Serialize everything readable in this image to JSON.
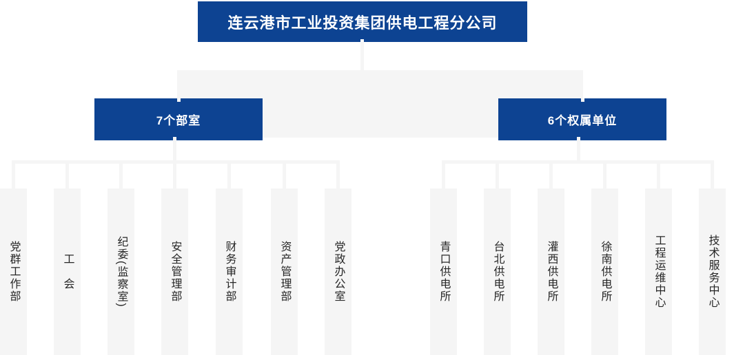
{
  "org_chart": {
    "root": {
      "label": "连云港市工业投资集团供电工程分公司"
    },
    "groups": [
      {
        "label": "7个部室",
        "children": [
          "党群工作部",
          "工　会",
          "纪委(监察室)",
          "安全管理部",
          "财务审计部",
          "资产管理部",
          "党政办公室"
        ]
      },
      {
        "label": "6个权属单位",
        "children": [
          "青口供电所",
          "台北供电所",
          "灌西供电所",
          "徐南供电所",
          "工程运维中心",
          "技术服务中心"
        ]
      }
    ],
    "colors": {
      "node_blue": "#0d4392",
      "connector_gray": "#f5f5f5",
      "leaf_background": "#f5f5f5",
      "node_text": "#ffffff",
      "leaf_text": "#262626"
    }
  }
}
